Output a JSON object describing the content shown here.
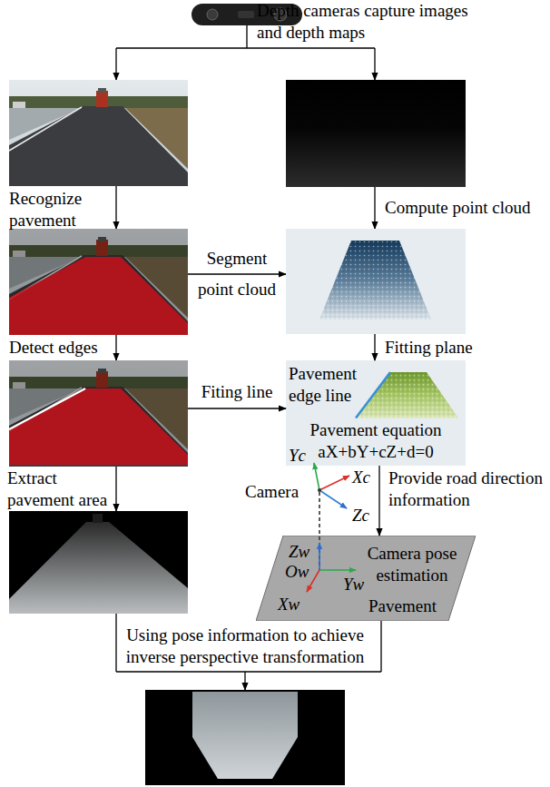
{
  "diagram": {
    "nodes": [
      {
        "text": [
          "Pavement edge line",
          "Pavement equation aX+bY+cZ+d=0"
        ]
      },
      {
        "text": [
          "Camera pose estimation",
          "Pavement"
        ]
      }
    ],
    "edges": [
      {
        "from": 0,
        "to": 1,
        "arrow": "to",
        "label": "Provide road direction information"
      }
    ],
    "labels": [
      "Depth cameras capture images and depth maps",
      "Recognize pavement",
      "Compute point cloud",
      "Segment point cloud",
      "Detect edges",
      "Fitting plane",
      "Fiting line",
      "Extract pavement area",
      "Camera",
      "Yc",
      "Xc",
      "Zc",
      "Zw",
      "Ow",
      "Yw",
      "Xw",
      "Using pose information to achieve inverse perspective transformation"
    ]
  }
}
